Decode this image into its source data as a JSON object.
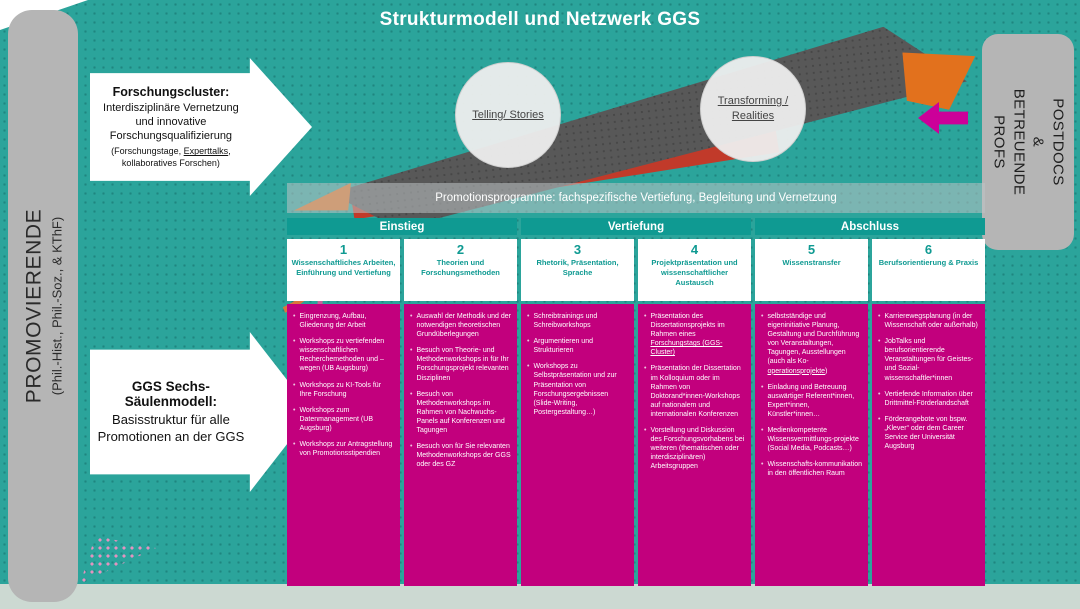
{
  "title": "Strukturmodell und Netzwerk GGS",
  "left_panel": {
    "title": "PROMOVIERENDE",
    "subtitle": "(Phil.-Hist., Phil.-Soz., & KThF)"
  },
  "right_panel": {
    "lines": [
      "POSTDOCS",
      "& BETREUENDE",
      "PROFS"
    ]
  },
  "cluster_arrow": {
    "title": "Forschungscluster:",
    "body": "Interdisziplinäre Vernetzung und innovative Forschungsqualifizierung",
    "note": "(Forschungstage, [u]Experttalks[/u], kollaboratives Forschen)"
  },
  "pillar_arrow": {
    "title": "GGS Sechs-Säulenmodell:",
    "body": "Basisstruktur für alle Promotionen an der GGS"
  },
  "bubbles": [
    {
      "label": "[u]Telling/ Stories[/u]"
    },
    {
      "label": "[u]Transforming / Realities[/u]"
    }
  ],
  "banner": "Promotionsprogramme: fachspezifische Vertiefung, Begleitung und Vernetzung",
  "phases": [
    {
      "label": "Einstieg"
    },
    {
      "label": "Vertiefung"
    },
    {
      "label": "Abschluss"
    }
  ],
  "columns": [
    {
      "number": "1",
      "header": "Wissenschaftliches Arbeiten, Einführung und Vertiefung",
      "items": [
        "Eingrenzung, Aufbau, Gliederung der Arbeit",
        "Workshops zu vertiefenden wissenschaftlichen Recherchemethoden und –wegen (UB Augsburg)",
        "Workshops zu KI-Tools für Ihre Forschung",
        "Workshops zum Datenmanagement (UB Augsburg)",
        "Workshops zur Antragstellung von Promotionsstipendien"
      ]
    },
    {
      "number": "2",
      "header": "Theorien und Forschungsmethoden",
      "items": [
        "Auswahl der Methodik und der notwendigen theoretischen Grundüberlegungen",
        "Besuch von Theorie- und Methodenworkshops in für Ihr Forschungsprojekt relevanten Disziplinen",
        "Besuch von Methodenworkshops im Rahmen von Nachwuchs-Panels auf Konferenzen und Tagungen",
        "Besuch von für Sie relevanten Methodenworkshops der GGS oder des GZ"
      ]
    },
    {
      "number": "3",
      "header": "Rhetorik, Präsentation, Sprache",
      "items": [
        "Schreibtrainings und Schreibworkshops",
        "Argumentieren und Strukturieren",
        "Workshops zu Selbstpräsentation und zur Präsentation von Forschungsergebnissen (Slide-Writing, Postergestaltung…)"
      ]
    },
    {
      "number": "4",
      "header": "Projektpräsentation und wissenschaftlicher Austausch",
      "items": [
        "Präsentation des Dissertationsprojekts im Rahmen eines [u]Forschungstags (GGS-Cluster)[/u]",
        "Präsentation der Dissertation im Kolloquium oder im Rahmen von Doktorand*innen-Workshops auf nationalem und internationalen Konferenzen",
        "Vorstellung und Diskussion des Forschungsvorhabens bei weiteren (thematischen oder interdisziplinären) Arbeitsgruppen"
      ]
    },
    {
      "number": "5",
      "header": "Wissenstransfer",
      "items": [
        "selbstständige und eigeninitiative Planung, Gestaltung und Durchführung von Veranstaltungen, Tagungen, Ausstellungen (auch als Ko-[u]operationsprojekte[/u])",
        "Einladung und Betreuung auswärtiger Referent*innen, Expert*innen, Künstler*innen…",
        "Medienkompetente Wissensvermittlungs-projekte (Social Media, Podcasts…)",
        "Wissenschafts-kommunikation in den öffentlichen Raum"
      ]
    },
    {
      "number": "6",
      "header": "Berufsorientierung & Praxis",
      "items": [
        "Karrierewegsplanung (in der Wissenschaft oder außerhalb)",
        "JobTalks und berufsorientierende Veranstaltungen für Geistes- und Sozial-wissenschaftler*innen",
        "Vertiefende Information über Drittmittel-Förderlandschaft",
        "Förderangebote von bspw. „Klever“ oder dem Career Service der Universität Augsburg"
      ]
    }
  ],
  "colors": {
    "teal-bg": "#2ba49b",
    "teal": "#0f9a92",
    "magenta": "#c2007d",
    "accent": "#cc0099",
    "panel": "#b5b5b5"
  }
}
